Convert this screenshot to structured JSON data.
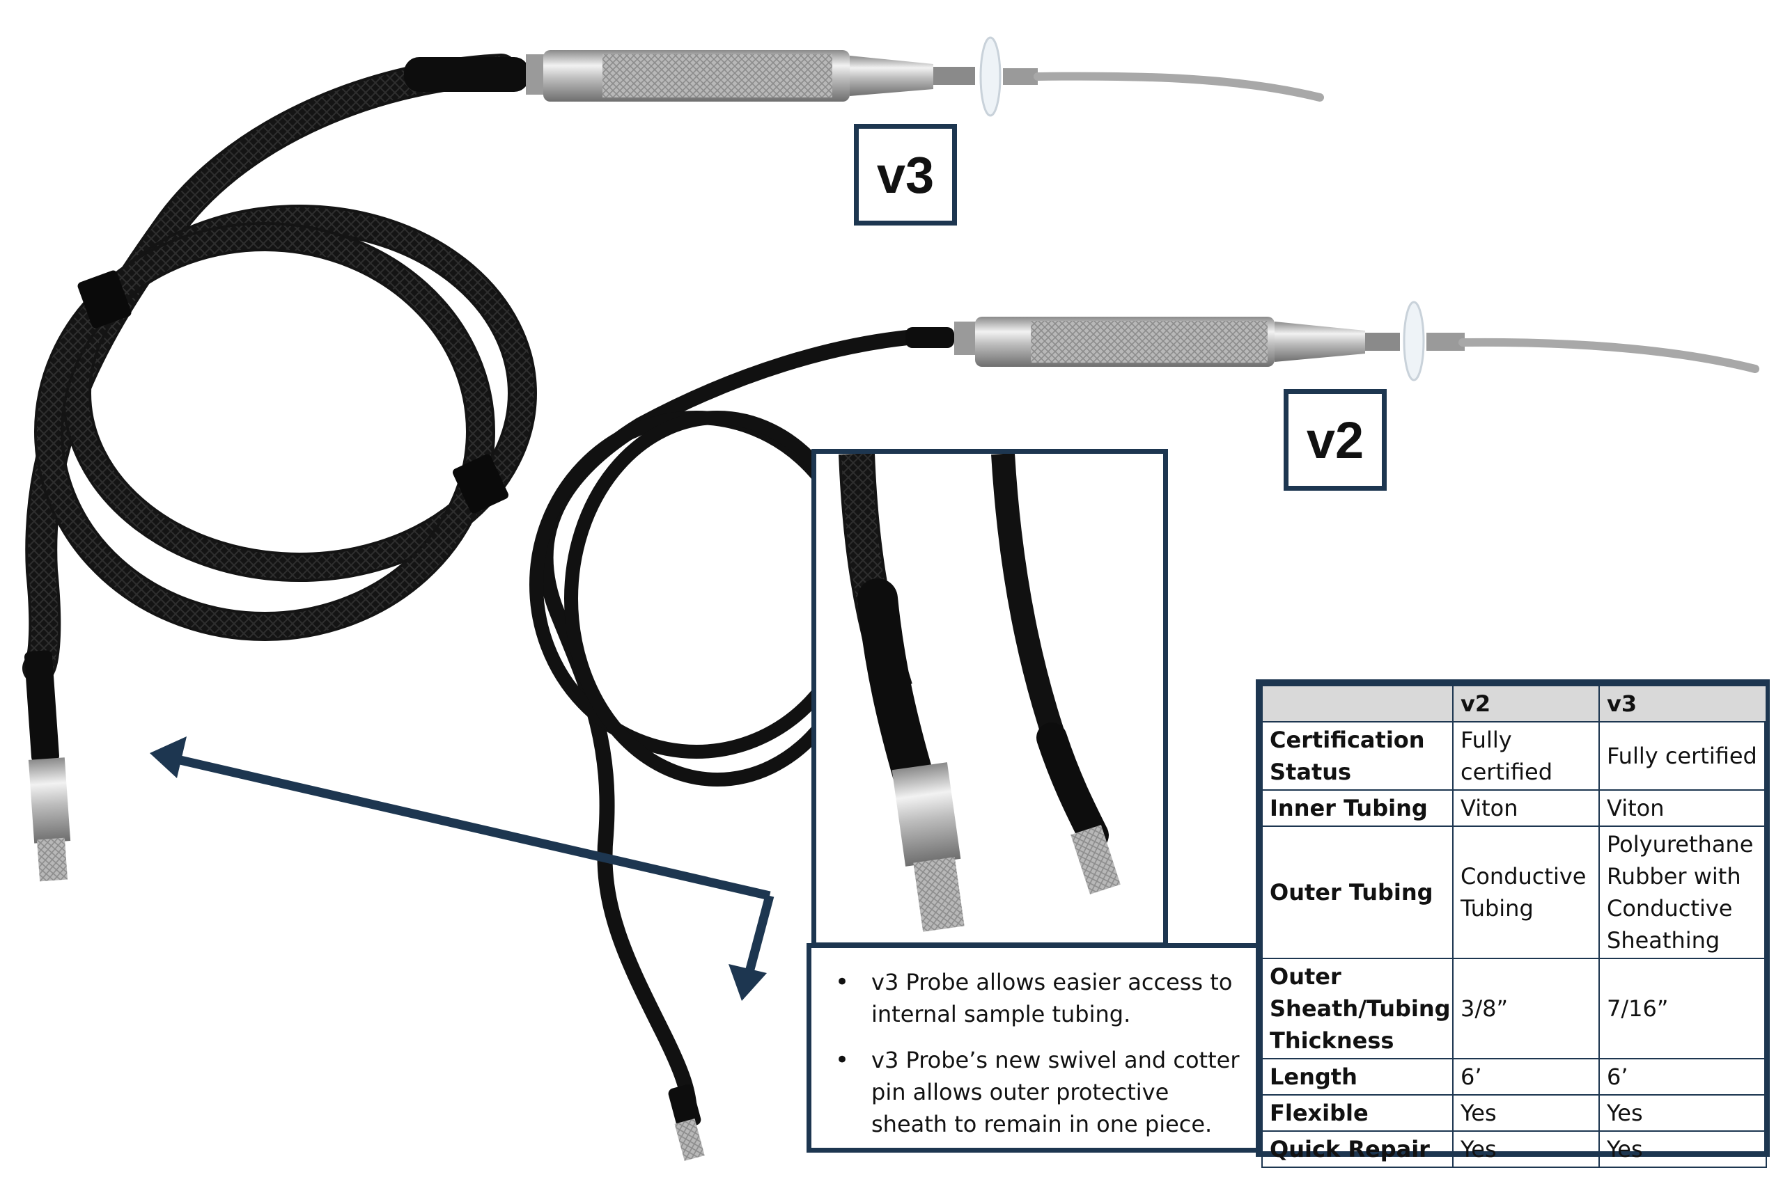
{
  "labels": {
    "v3": "v3",
    "v2": "v2"
  },
  "notes": [
    "v3 Probe allows easier access to internal sample tubing.",
    "v3 Probe’s new swivel and cotter pin allows outer protective sheath to remain in one piece."
  ],
  "bullet_glyph": "•",
  "table": {
    "headers": [
      "",
      "v2",
      "v3"
    ],
    "rows": [
      [
        "Certification Status",
        "Fully certified",
        "Fully certified"
      ],
      [
        "Inner Tubing",
        "Viton",
        "Viton"
      ],
      [
        "Outer Tubing",
        "Conductive Tubing",
        "Polyurethane Rubber with Conductive Sheathing"
      ],
      [
        "Outer Sheath/Tubing Thickness",
        "3/8”",
        "7/16”"
      ],
      [
        "Length",
        "6’",
        "6’"
      ],
      [
        "Flexible",
        "Yes",
        "Yes"
      ],
      [
        "Quick Repair",
        "Yes",
        "Yes"
      ]
    ]
  },
  "colors": {
    "frame": "#1d3650",
    "header_fill": "#d9d9d9",
    "hose": "#111111",
    "steel": "#c8c8c8"
  }
}
